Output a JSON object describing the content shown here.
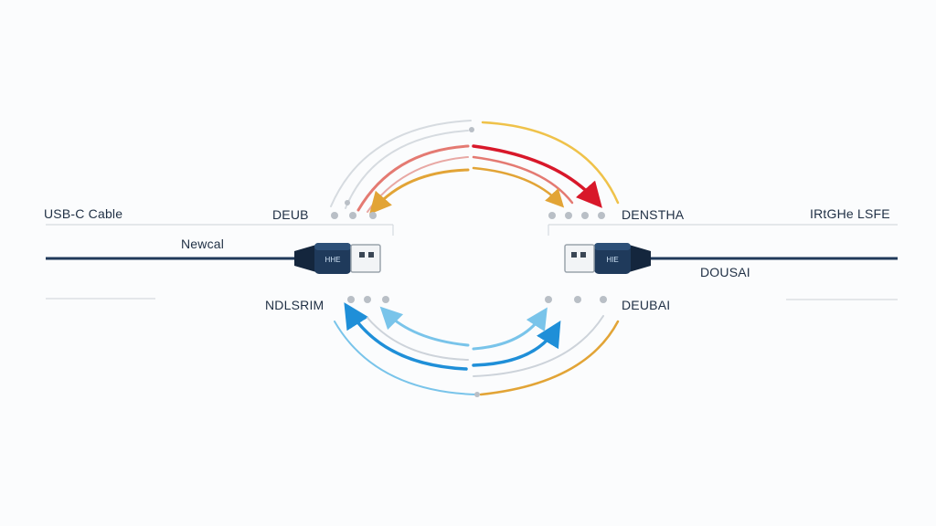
{
  "labels": {
    "usb_c_cable": "USB-C Cable",
    "deub": "DEUB",
    "densitha": "DENSTHA",
    "irtghe_lsfe": "IRtGHe LSFE",
    "newcal": "Newcal",
    "dousal": "DOUSAI",
    "ndlsrim": "NDLSRIM",
    "deubai": "DEUBAI",
    "plug_left_text": "HHE",
    "plug_right_text": "HIE"
  },
  "colors": {
    "background": "#fbfcfd",
    "cable": "#203a5a",
    "plug_body": "#1f3a5b",
    "arc_gray": "#cdd3da",
    "arc_red": "#d8182a",
    "arc_salmon": "#e47a72",
    "arc_orange": "#e2a436",
    "arc_gold": "#efc24a",
    "arc_blue": "#1f8fd8",
    "arc_lightblue": "#79c4ea",
    "dot_gray": "#b9bfc6",
    "text": "#1f2f44"
  }
}
